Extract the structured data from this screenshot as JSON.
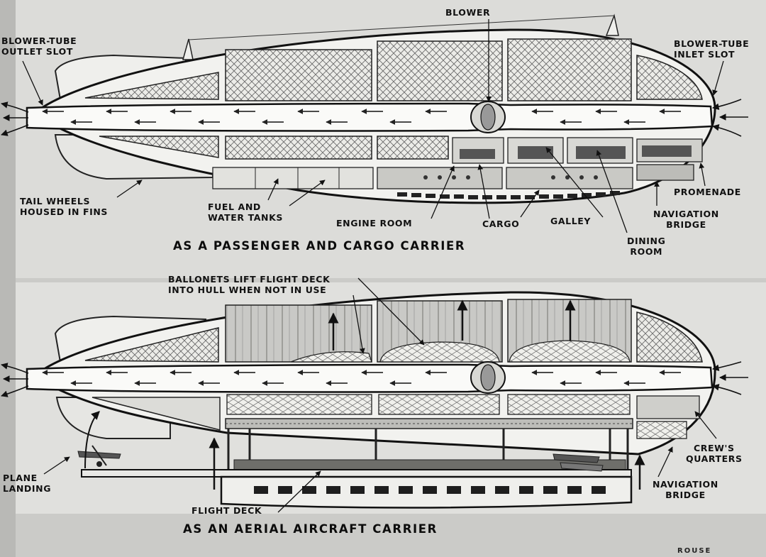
{
  "top": {
    "caption": "AS A PASSENGER AND CARGO CARRIER",
    "labels": {
      "blower": "BLOWER",
      "outlet": "BLOWER-TUBE\nOUTLET SLOT",
      "inlet": "BLOWER-TUBE\nINLET SLOT",
      "tail": "TAIL WHEELS\nHOUSED IN FINS",
      "fuel": "FUEL AND\nWATER TANKS",
      "engine": "ENGINE ROOM",
      "cargo": "CARGO",
      "galley": "GALLEY",
      "dining": "DINING\nROOM",
      "promenade": "PROMENADE",
      "navigation": "NAVIGATION\nBRIDGE"
    }
  },
  "bottom": {
    "caption": "AS AN AERIAL AIRCRAFT CARRIER",
    "labels": {
      "ballonets": "BALLONETS LIFT FLIGHT DECK\nINTO HULL WHEN NOT IN USE",
      "plane": "PLANE\nLANDING",
      "flight_deck": "FLIGHT DECK",
      "crew": "CREW'S\nQUARTERS",
      "navigation": "NAVIGATION\nBRIDGE"
    }
  },
  "signature": "ROUSE"
}
